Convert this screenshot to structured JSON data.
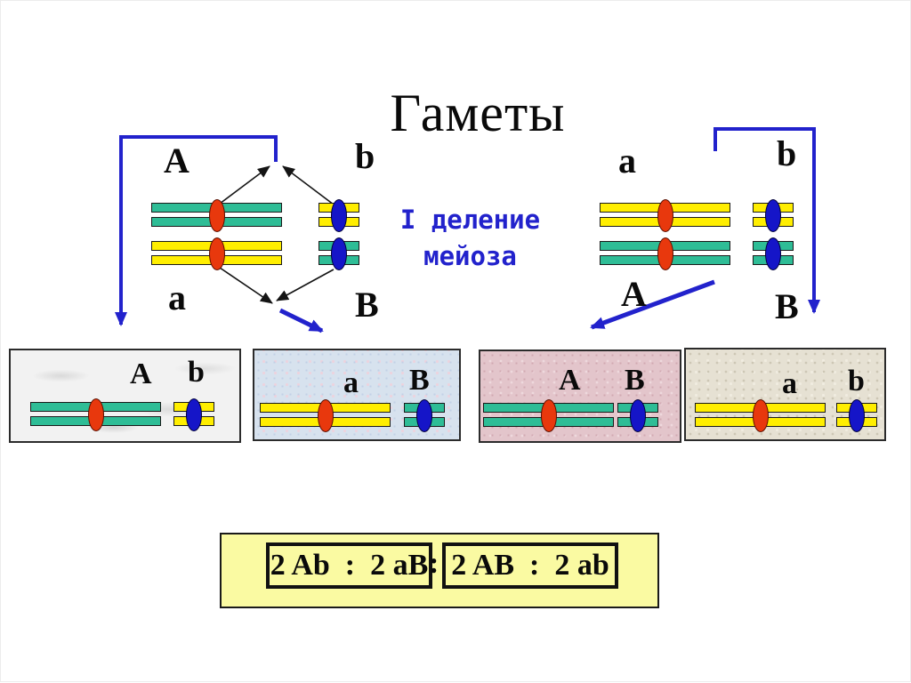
{
  "slide": {
    "title": "Гаметы",
    "division_label": {
      "line1": "I деление",
      "line2": "мейоза"
    }
  },
  "left_tetrad": {
    "label_top_left": "A",
    "label_top_right": "b",
    "label_bottom_left": "a",
    "label_bottom_right": "B",
    "chromosomes": [
      "large-green-red-centromere",
      "small-yellow-blue-centromere",
      "large-yellow-red-centromere",
      "small-green-blue-centromere"
    ]
  },
  "right_tetrad": {
    "label_top_left": "a",
    "label_top_right": "b",
    "label_bottom_left": "A",
    "label_bottom_right": "B",
    "chromosomes": [
      "large-yellow-red-centromere",
      "small-yellow-blue-centromere",
      "large-green-red-centromere",
      "small-green-blue-centromere"
    ]
  },
  "gamete_boxes": [
    {
      "labels": [
        "A",
        "b"
      ],
      "large_chromosome": "green-red-centromere",
      "small_chromosome": "yellow-blue-centromere",
      "background": "white-marble"
    },
    {
      "labels": [
        "a",
        "B"
      ],
      "large_chromosome": "yellow-red-centromere",
      "small_chromosome": "green-blue-centromere",
      "background": "blue-speckled"
    },
    {
      "labels": [
        "A",
        "B"
      ],
      "large_chromosome": "green-red-centromere",
      "small_chromosome": "green-blue-centromere",
      "background": "pink-speckled"
    },
    {
      "labels": [
        "a",
        "b"
      ],
      "large_chromosome": "yellow-red-centromere",
      "small_chromosome": "yellow-blue-centromere",
      "background": "beige-speckled"
    }
  ],
  "ratio": {
    "group1": "2 Ab  :  2 aB",
    "separator": ":",
    "group2": "2 AB  :  2 ab"
  },
  "colors": {
    "chromosome_green": "#2ebd96",
    "chromosome_yellow": "#ffee00",
    "centromere_red": "#e8380d",
    "centromere_blue": "#1515c8",
    "arrow_blue": "#2222cc",
    "arrow_black": "#141414",
    "division_text_blue": "#2222cc",
    "ratio_box_bg": "#fafaa2",
    "box1_bg": "#f2f2f2",
    "box2_bg": "#d7e2ee",
    "box3_bg": "#e3c5cb",
    "box4_bg": "#e6e1d3"
  }
}
